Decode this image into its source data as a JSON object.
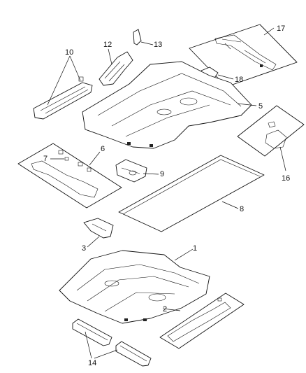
{
  "diagram": {
    "type": "exploded-parts-diagram",
    "callouts": [
      "1",
      "2",
      "3",
      "5",
      "6",
      "7",
      "8",
      "9",
      "10",
      "12",
      "13",
      "14",
      "16",
      "17",
      "18"
    ]
  }
}
